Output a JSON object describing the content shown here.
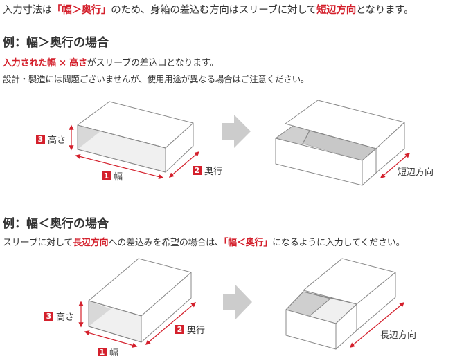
{
  "intro": {
    "pre": "入力寸法は",
    "em1": "「幅＞奥行」",
    "mid": "のため、身箱の差込む方向はスリーブに対して",
    "em2": "短辺方向",
    "post": "となります。"
  },
  "example1": {
    "heading": "例：幅＞奥行の場合",
    "line1_em": "入力された幅 × 高さ",
    "line1_post": "がスリーブの差込口となります。",
    "line2": "設計・製造には問題ございませんが、使用用途が異なる場合はご注意ください。",
    "labels": {
      "width_num": "1",
      "width": "幅",
      "depth_num": "2",
      "depth": "奥行",
      "height_num": "3",
      "height": "高さ",
      "direction": "短辺方向"
    }
  },
  "example2": {
    "heading": "例：幅＜奥行の場合",
    "line_pre": "スリーブに対して",
    "line_em1": "長辺方向",
    "line_mid": "への差込みを希望の場合は、",
    "line_em2": "「幅＜奥行」",
    "line_post": "になるように入力してください。",
    "labels": {
      "width_num": "1",
      "width": "幅",
      "depth_num": "2",
      "depth": "奥行",
      "height_num": "3",
      "height": "高さ",
      "direction": "長辺方向"
    }
  },
  "colors": {
    "accent": "#d4202c",
    "arrow_gray": "#cccccc"
  }
}
